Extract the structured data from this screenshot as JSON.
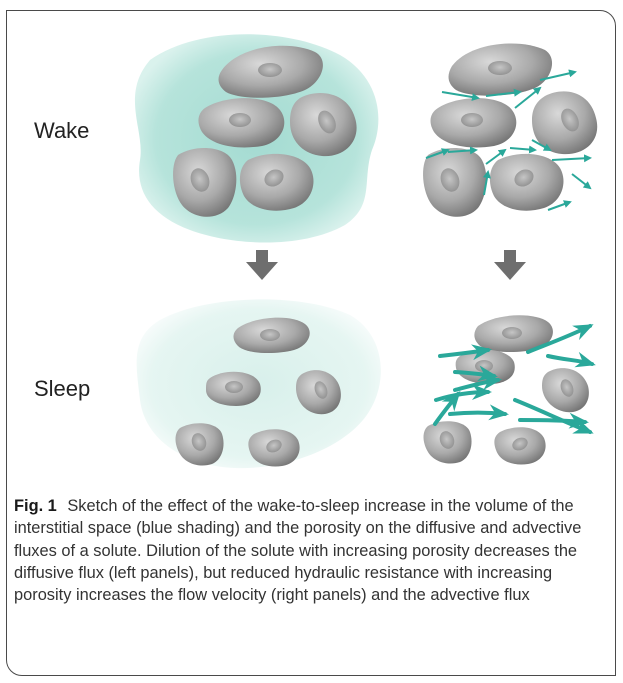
{
  "labels": {
    "wake": "Wake",
    "sleep": "Sleep"
  },
  "caption": {
    "figure_number": "Fig. 1",
    "text": "Sketch of the effect of the wake-to-sleep increase in the volume of the interstitial space (blue shading) and the porosity on the diffusive and advective fluxes of a solute. Dilution of the solute with increasing porosity decreases the diffusive flux (left panels), but reduced hydraulic resistance with increasing porosity increases the flow velocity (right panels) and the advective flux"
  },
  "colors": {
    "interstitial_shading": "#a6dcd2",
    "flow_arrow": "#2aa89a",
    "cell": "#a9a9a9",
    "transition_arrow": "#6e6e6e"
  }
}
